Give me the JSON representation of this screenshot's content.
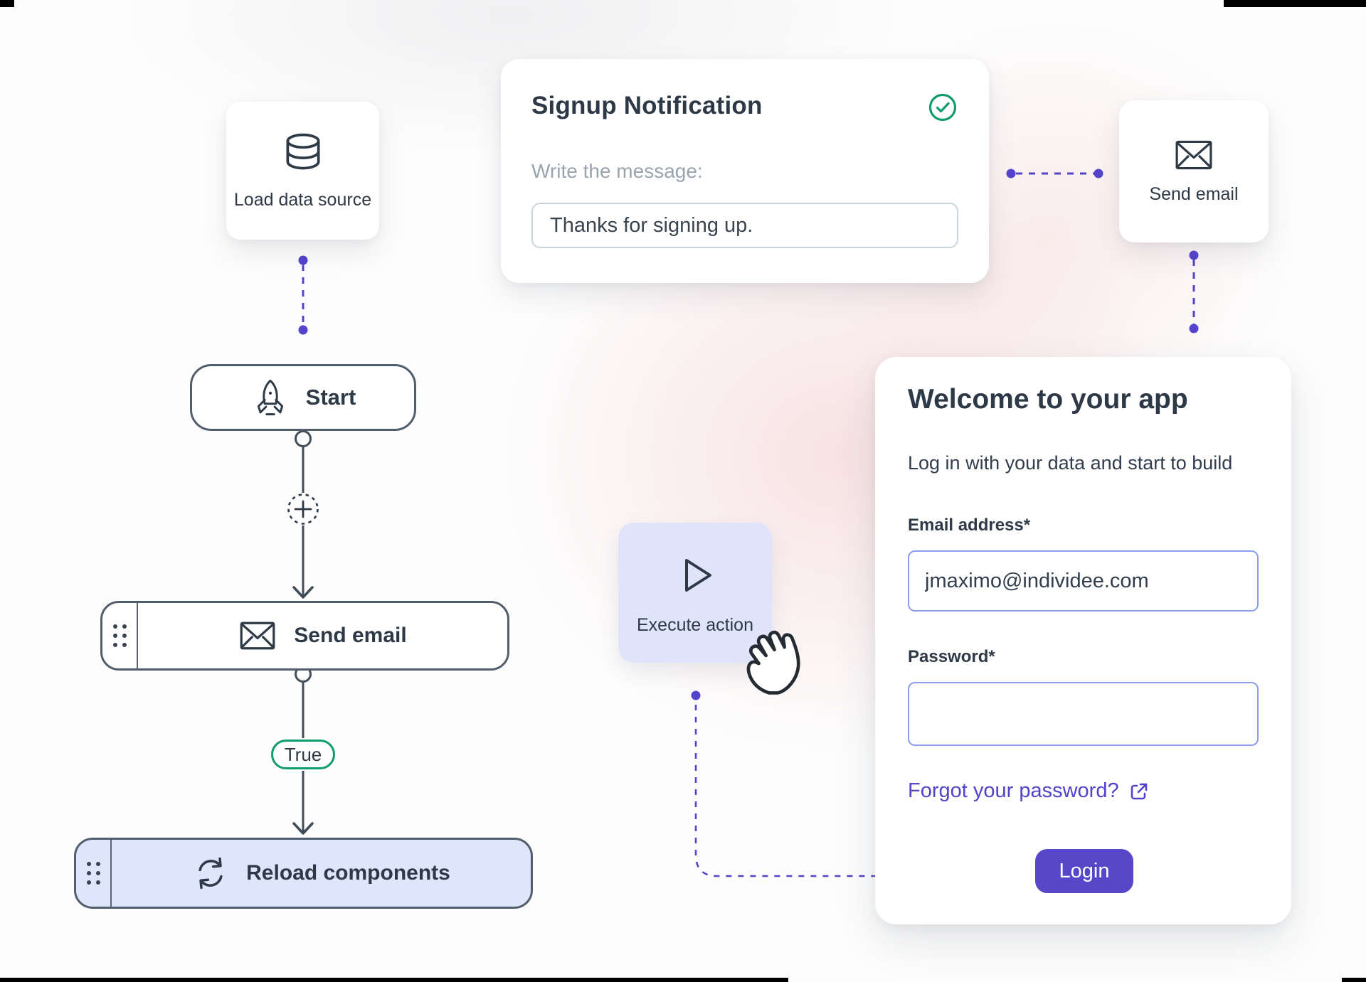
{
  "flow": {
    "load_card": {
      "label": "Load data source",
      "icon": "database-icon"
    },
    "start_node": {
      "label": "Start",
      "icon": "rocket-icon"
    },
    "send_email_node": {
      "label": "Send email",
      "icon": "envelope-icon"
    },
    "true_badge": {
      "label": "True"
    },
    "reload_node": {
      "label": "Reload components",
      "icon": "reload-icon"
    }
  },
  "signup_card": {
    "title": "Signup Notification",
    "status_icon": "check-circle-icon",
    "field_label": "Write the message:",
    "message_value": "Thanks for signing up."
  },
  "send_email_card": {
    "label": "Send email",
    "icon": "envelope-icon"
  },
  "execute_card": {
    "label": "Execute action",
    "icon": "play-icon"
  },
  "login_card": {
    "title": "Welcome to your app",
    "subtitle": "Log in with your data and start to build",
    "email_label": "Email address*",
    "email_value": "jmaximo@individee.com",
    "password_label": "Password*",
    "password_value": "",
    "forgot_link": "Forgot your password?",
    "login_button": "Login"
  },
  "colors": {
    "accent_purple": "#5746C8",
    "connector_purple": "#5444CB",
    "success_green": "#0F9D6A",
    "ink": "#2E3947",
    "node_border": "#525E6B",
    "lavender_fill": "#DFE5FB",
    "link_purple": "#5243C9",
    "login_input_border": "#8C9DEF",
    "muted_label": "#9AA4AE"
  },
  "icons": [
    "database-icon",
    "rocket-icon",
    "envelope-icon",
    "reload-icon",
    "check-circle-icon",
    "play-icon",
    "plus-icon",
    "drag-handle-icon",
    "external-link-icon",
    "hand-grab-cursor-icon"
  ]
}
